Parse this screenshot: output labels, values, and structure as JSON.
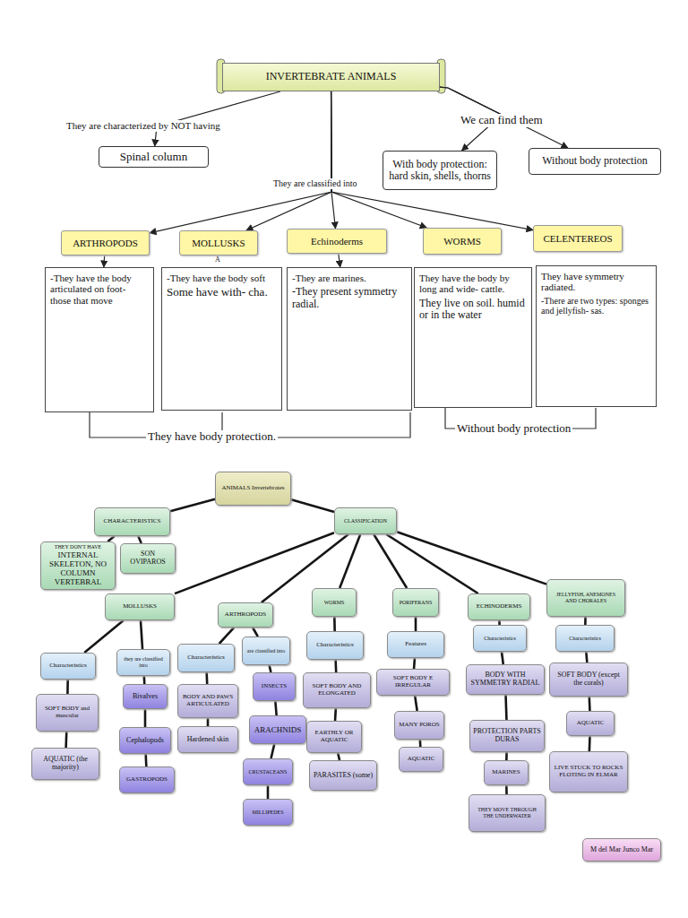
{
  "diagram": {
    "nodes": [
      {
        "text": [
          "INVERTEBRATE ANIMALS"
        ]
      },
      {
        "text": [
          "Spinal column"
        ]
      },
      {
        "text": [
          "With body protection: hard skin, shells, thorns"
        ]
      },
      {
        "text": [
          "Without body protection"
        ]
      },
      {
        "text": [
          "ARTHROPODS"
        ]
      },
      {
        "text": [
          "MOLLUSKS"
        ]
      },
      {
        "text": [
          "Echinoderms"
        ]
      },
      {
        "text": [
          "WORMS"
        ]
      },
      {
        "text": [
          "CELENTEREOS"
        ]
      },
      {
        "text": [
          "-They have the body articulated on foot- those that move"
        ]
      },
      {
        "text": [
          "-They have the body soft",
          "Some have with- cha."
        ]
      },
      {
        "text": [
          "-They are marines.",
          "-They present symmetry radial."
        ]
      },
      {
        "text": [
          "They have the body by long and wide- cattle.",
          "They live on soil. humid or in the water"
        ]
      },
      {
        "text": [
          "They have symmetry radiated.",
          "-There are two types: sponges and jellyfish- sas."
        ]
      },
      {
        "text": [
          "ANIMALS Invertebrates"
        ]
      },
      {
        "text": [
          "CHARACTERISTICS"
        ]
      },
      {
        "text": [
          "CLASSIFICATION"
        ]
      },
      {
        "text": [
          "THEY DON'T HAVE",
          "INTERNAL SKELETON, NO COLUMN VERTEBRAL"
        ]
      },
      {
        "text": [
          "SON OVIPAROS"
        ]
      },
      {
        "text": [
          "MOLLUSKS"
        ]
      },
      {
        "text": [
          "ARTHROPODS"
        ]
      },
      {
        "text": [
          "WORMS"
        ]
      },
      {
        "text": [
          "PORIFERANS"
        ]
      },
      {
        "text": [
          "ECHINODERMS"
        ]
      },
      {
        "text": [
          "JELLYFISH, ANEMONES AND CHORALES"
        ]
      },
      {
        "text": [
          "Characteristics"
        ]
      },
      {
        "text": [
          "they are classified into"
        ]
      },
      {
        "text": [
          "SOFT BODY and muscular"
        ]
      },
      {
        "text": [
          "AQUATIC (the majority)"
        ]
      },
      {
        "text": [
          "Bivalves"
        ]
      },
      {
        "text": [
          "Cephalopods"
        ]
      },
      {
        "text": [
          "GASTROPODS"
        ]
      },
      {
        "text": [
          "Characteristics"
        ]
      },
      {
        "text": [
          "are classified into"
        ]
      },
      {
        "text": [
          "BODY AND PAWS ARTICULATED"
        ]
      },
      {
        "text": [
          "Hardened skin"
        ]
      },
      {
        "text": [
          "INSECTS"
        ]
      },
      {
        "text": [
          "ARACHNIDS"
        ]
      },
      {
        "text": [
          "CRUSTACEANS"
        ]
      },
      {
        "text": [
          "MILLIPEDES"
        ]
      },
      {
        "text": [
          "Characteristics"
        ]
      },
      {
        "text": [
          "SOFT BODY AND ELONGATED"
        ]
      },
      {
        "text": [
          "EARTHLY OR AQUATIC"
        ]
      },
      {
        "text": [
          "PARASITES (some)"
        ]
      },
      {
        "text": [
          "Features"
        ]
      },
      {
        "text": [
          "SOFT BODY E IRREGULAR"
        ]
      },
      {
        "text": [
          "MANY POROS"
        ]
      },
      {
        "text": [
          "AQUATIC"
        ]
      },
      {
        "text": [
          "Characteristics"
        ]
      },
      {
        "text": [
          "BODY WITH SYMMETRY RADIAL"
        ]
      },
      {
        "text": [
          "PROTECTION PARTS DURAS"
        ]
      },
      {
        "text": [
          "MARINES"
        ]
      },
      {
        "text": [
          "THEY MOVE THROUGH THE UNDERWATER"
        ]
      },
      {
        "text": [
          "Characteristics"
        ]
      },
      {
        "text": [
          "SOFT BODY (except the corals)"
        ]
      },
      {
        "text": [
          "AQUATIC"
        ]
      },
      {
        "text": [
          "LIVE STUCK TO ROCKS FLOTING IN ELMAR"
        ]
      },
      {
        "text": [
          "M del Mar Junco Mar"
        ]
      }
    ],
    "edges": [
      {
        "from": 0,
        "to": 1,
        "arrow": "to",
        "label": "They are characterized by NOT having"
      },
      {
        "from": 0,
        "to": 2,
        "arrow": "to"
      },
      {
        "from": 0,
        "to": 3,
        "arrow": "to"
      },
      {
        "from": 0,
        "to": 4,
        "arrow": "to"
      },
      {
        "from": 0,
        "to": 5,
        "arrow": "to"
      },
      {
        "from": 0,
        "to": 6,
        "arrow": "to"
      },
      {
        "from": 0,
        "to": 7,
        "arrow": "to"
      },
      {
        "from": 0,
        "to": 8,
        "arrow": "to"
      },
      {
        "from": 4,
        "to": 9,
        "arrow": "to"
      },
      {
        "from": 6,
        "to": 11,
        "arrow": "to"
      },
      {
        "from": 14,
        "to": 15,
        "arrow": "none"
      },
      {
        "from": 14,
        "to": 16,
        "arrow": "none"
      },
      {
        "from": 15,
        "to": 17,
        "arrow": "none"
      },
      {
        "from": 15,
        "to": 18,
        "arrow": "none"
      },
      {
        "from": 16,
        "to": 19,
        "arrow": "none"
      },
      {
        "from": 16,
        "to": 20,
        "arrow": "none"
      },
      {
        "from": 16,
        "to": 21,
        "arrow": "none"
      },
      {
        "from": 16,
        "to": 22,
        "arrow": "none"
      },
      {
        "from": 16,
        "to": 23,
        "arrow": "none"
      },
      {
        "from": 16,
        "to": 24,
        "arrow": "none"
      },
      {
        "from": 19,
        "to": 25,
        "arrow": "none"
      },
      {
        "from": 19,
        "to": 26,
        "arrow": "none"
      },
      {
        "from": 25,
        "to": 27,
        "arrow": "none"
      },
      {
        "from": 27,
        "to": 28,
        "arrow": "none"
      },
      {
        "from": 26,
        "to": 29,
        "arrow": "none"
      },
      {
        "from": 29,
        "to": 30,
        "arrow": "none"
      },
      {
        "from": 30,
        "to": 31,
        "arrow": "none"
      },
      {
        "from": 20,
        "to": 32,
        "arrow": "none"
      },
      {
        "from": 20,
        "to": 33,
        "arrow": "none"
      },
      {
        "from": 32,
        "to": 34,
        "arrow": "none"
      },
      {
        "from": 34,
        "to": 35,
        "arrow": "none"
      },
      {
        "from": 33,
        "to": 36,
        "arrow": "none"
      },
      {
        "from": 36,
        "to": 37,
        "arrow": "none"
      },
      {
        "from": 37,
        "to": 38,
        "arrow": "none"
      },
      {
        "from": 38,
        "to": 39,
        "arrow": "none"
      },
      {
        "from": 21,
        "to": 40,
        "arrow": "none"
      },
      {
        "from": 40,
        "to": 41,
        "arrow": "none"
      },
      {
        "from": 41,
        "to": 42,
        "arrow": "none"
      },
      {
        "from": 42,
        "to": 43,
        "arrow": "none"
      },
      {
        "from": 22,
        "to": 44,
        "arrow": "none"
      },
      {
        "from": 44,
        "to": 45,
        "arrow": "none"
      },
      {
        "from": 45,
        "to": 46,
        "arrow": "none"
      },
      {
        "from": 46,
        "to": 47,
        "arrow": "none"
      },
      {
        "from": 23,
        "to": 48,
        "arrow": "none"
      },
      {
        "from": 48,
        "to": 49,
        "arrow": "none"
      },
      {
        "from": 49,
        "to": 50,
        "arrow": "none"
      },
      {
        "from": 50,
        "to": 51,
        "arrow": "none"
      },
      {
        "from": 51,
        "to": 52,
        "arrow": "none"
      },
      {
        "from": 24,
        "to": 53,
        "arrow": "none"
      },
      {
        "from": 53,
        "to": 54,
        "arrow": "none"
      },
      {
        "from": 54,
        "to": 55,
        "arrow": "none"
      },
      {
        "from": 55,
        "to": 56,
        "arrow": "none"
      }
    ],
    "labels": [
      "We can find them",
      "They are classified into",
      "A",
      "They have body protection.",
      "Without body protection"
    ]
  }
}
